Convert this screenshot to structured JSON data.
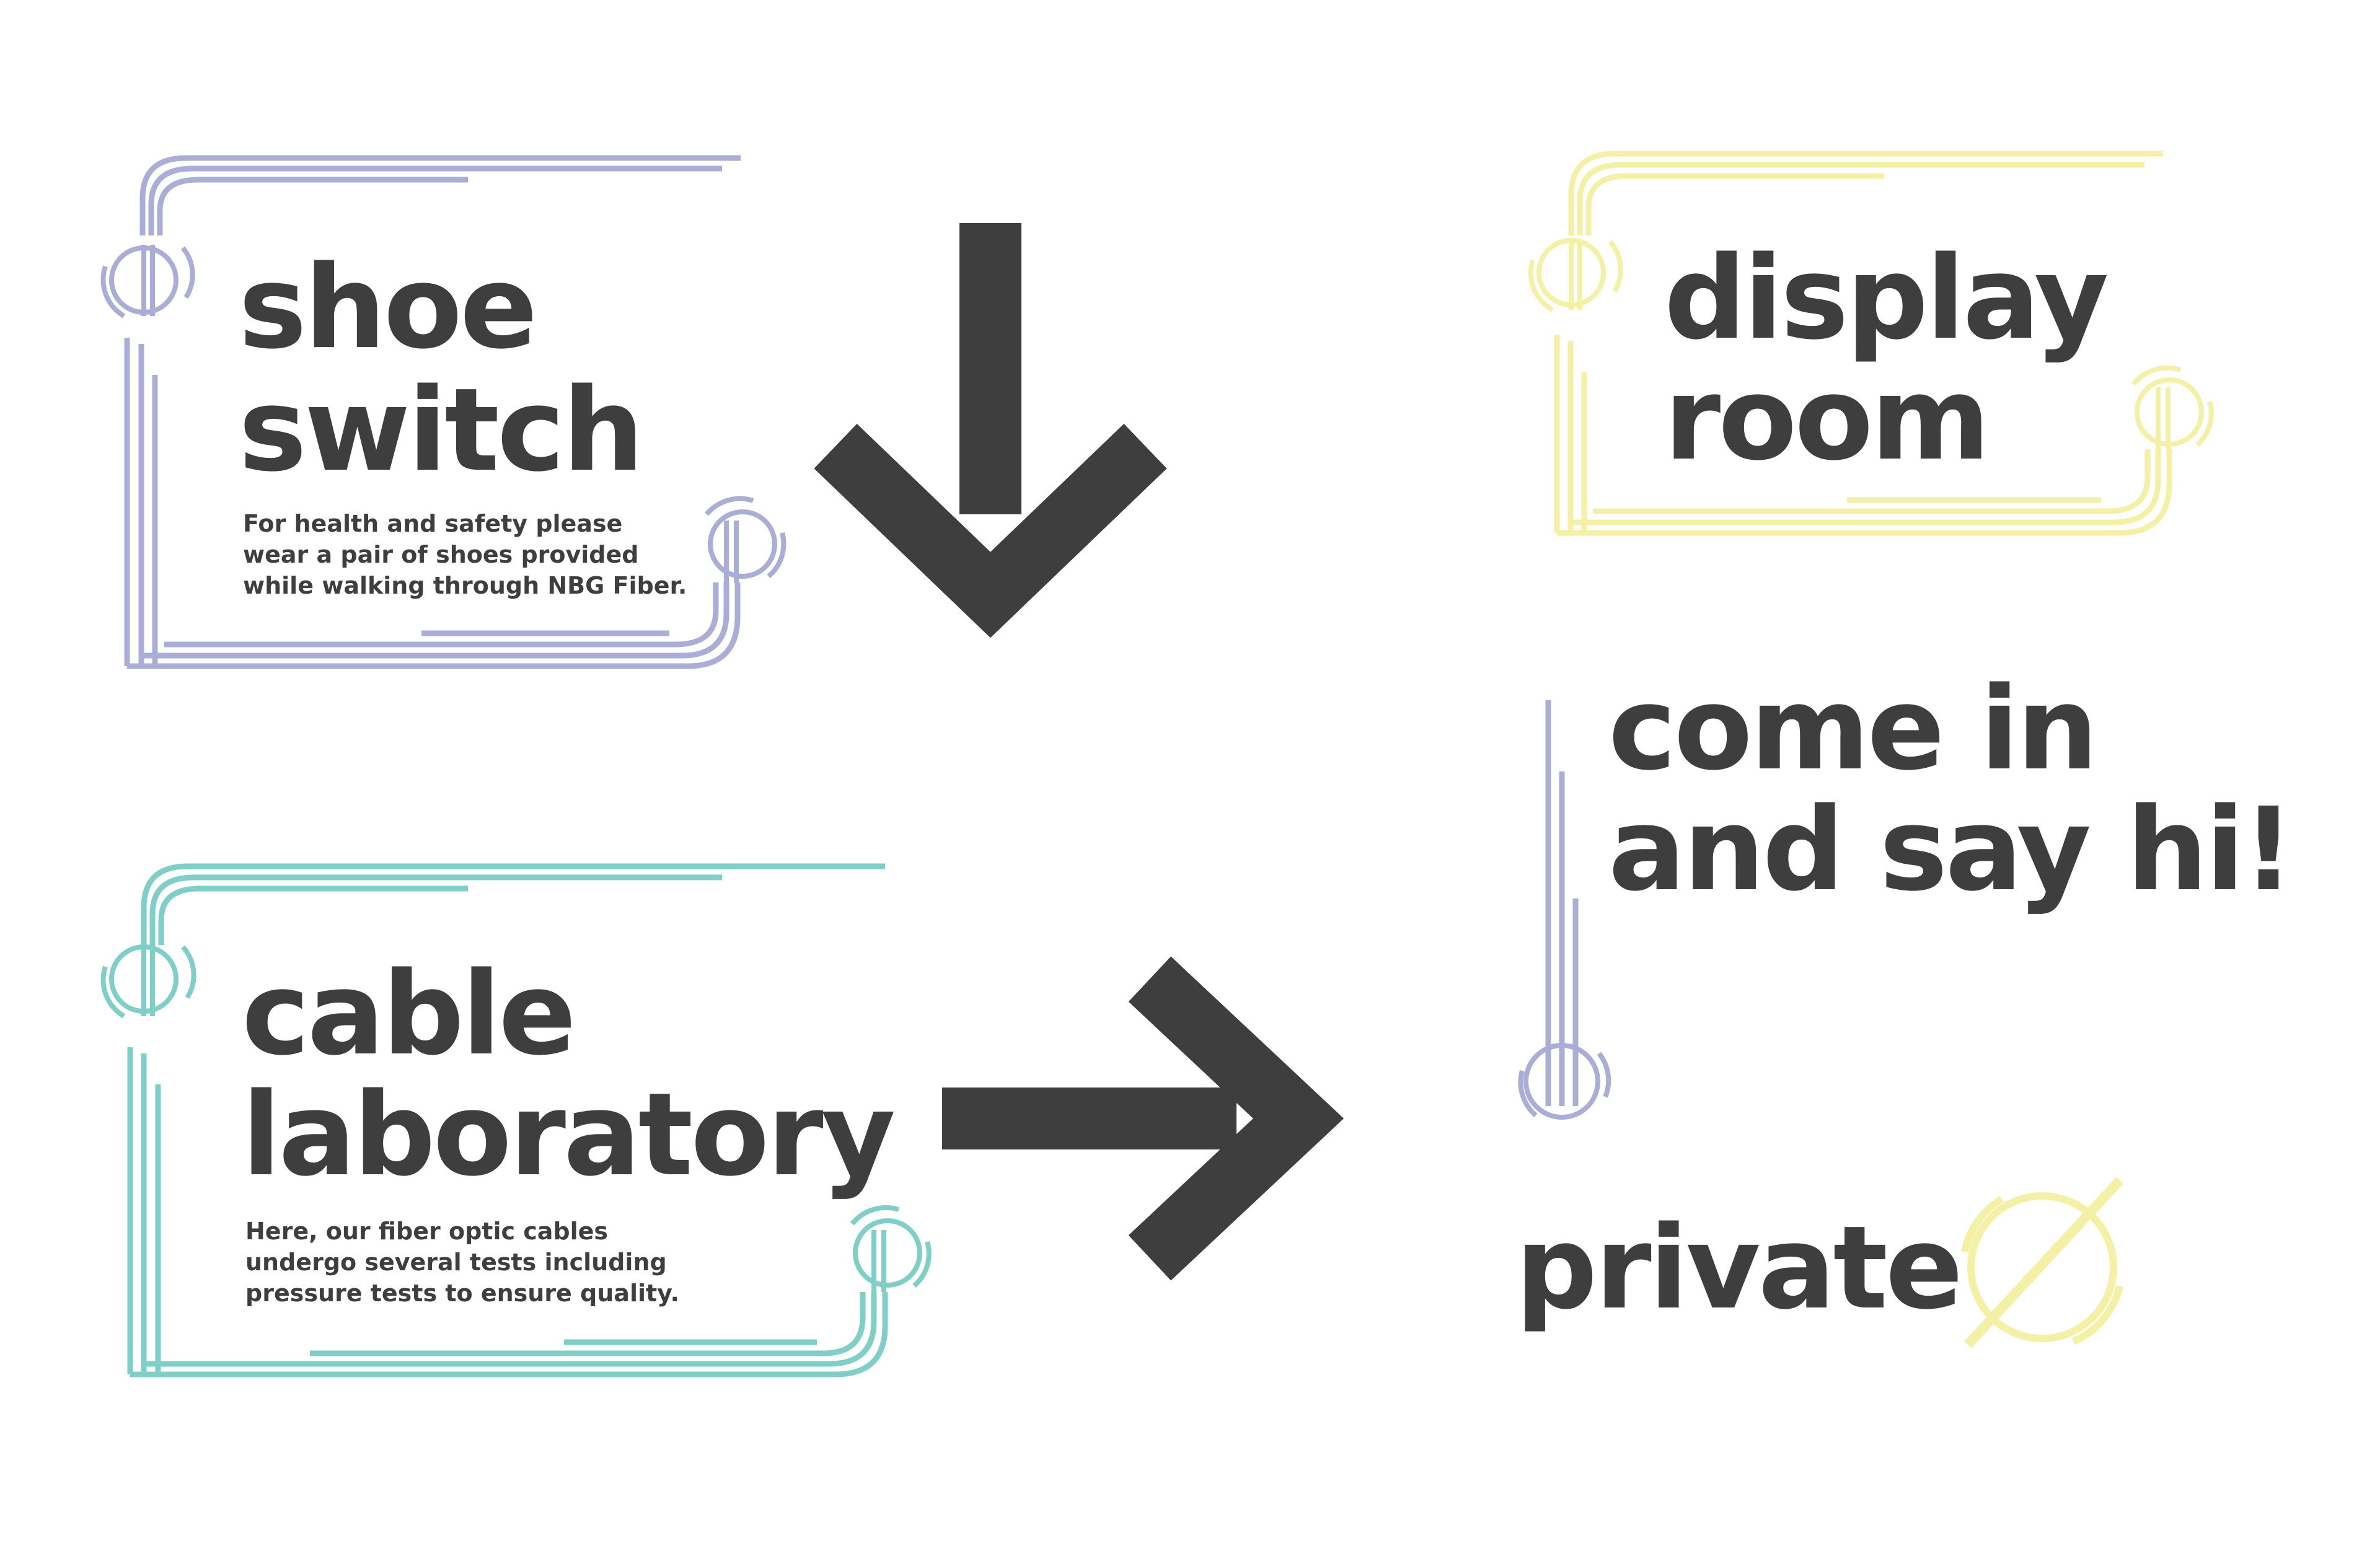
{
  "colors": {
    "purple": "#aaaed7",
    "teal": "#7fcfc8",
    "yellow": "#f4f1a6",
    "text": "#3d3e3d",
    "background": "#ffffff"
  },
  "signs": {
    "shoe_switch": {
      "title_line1": "shoe",
      "title_line2": "switch",
      "desc_line1": "For health and safety please",
      "desc_line2": "wear a pair of shoes provided",
      "desc_line3": "while walking through NBG Fiber."
    },
    "cable_laboratory": {
      "title_line1": "cable",
      "title_line2": "laboratory",
      "desc_line1": "Here, our fiber optic cables",
      "desc_line2": "undergo several tests including",
      "desc_line3": "pressure tests to ensure quality."
    },
    "display_room": {
      "title_line1": "display",
      "title_line2": "room"
    },
    "come_in": {
      "title_line1": "come in",
      "title_line2": "and say hi!"
    },
    "private": {
      "title": "private"
    }
  },
  "icons": {
    "down_arrow": "arrow-down-icon",
    "right_arrow": "arrow-right-icon",
    "fiber_node": "fiber-node-icon",
    "no_entry": "no-entry-icon"
  }
}
